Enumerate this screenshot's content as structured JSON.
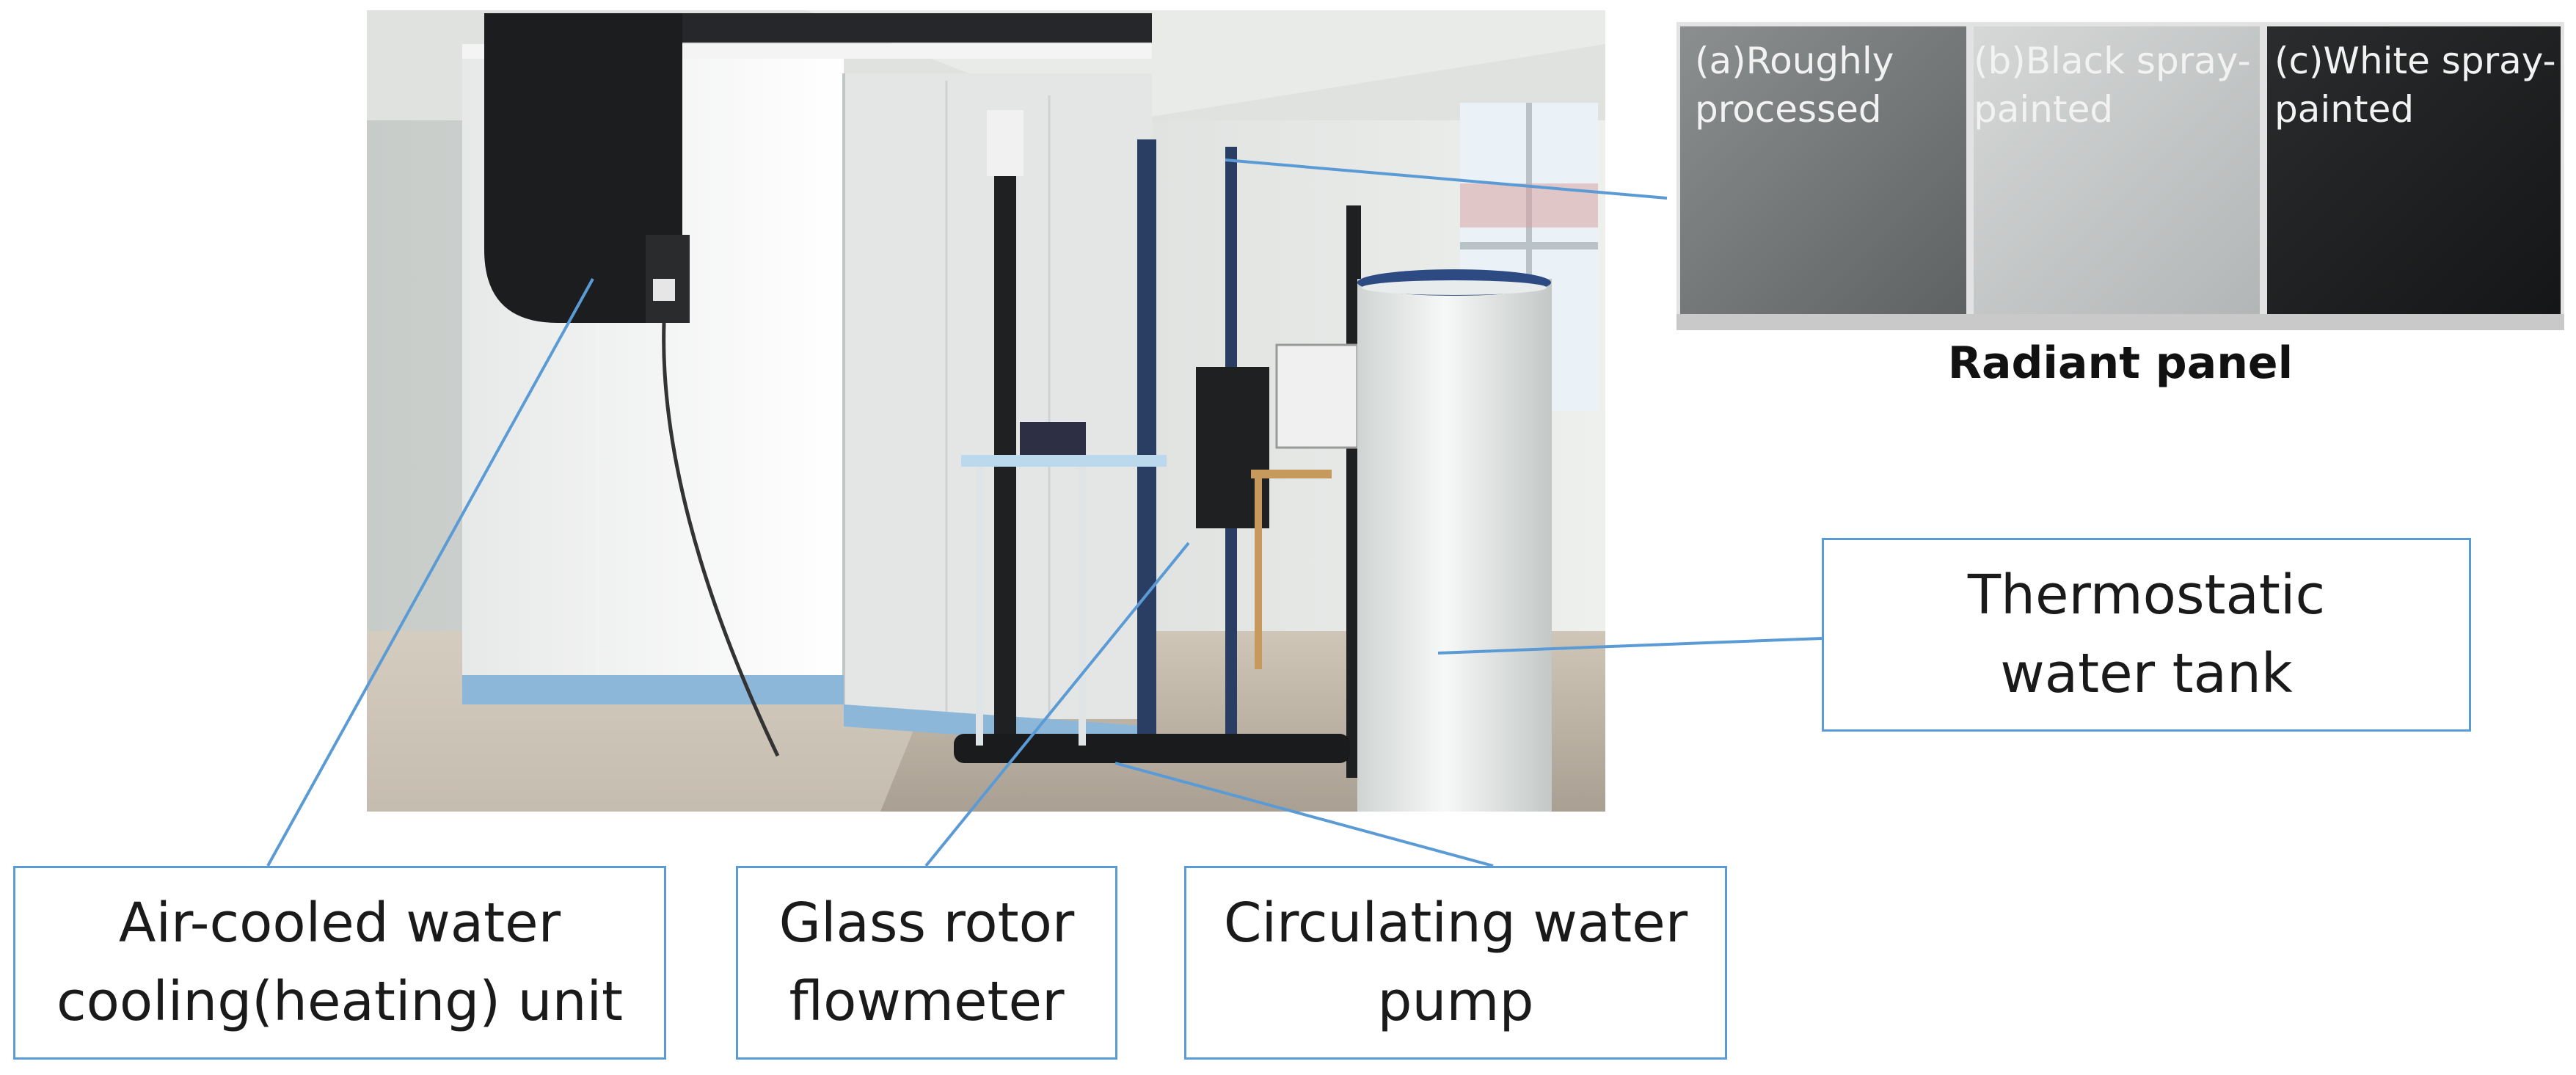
{
  "callouts": {
    "unit": {
      "line1": "Air-cooled water",
      "line2": "cooling(heating) unit"
    },
    "flowmeter": {
      "line1": "Glass rotor",
      "line2": "flowmeter"
    },
    "pump": {
      "line1": "Circulating water",
      "line2": "pump"
    },
    "tank": {
      "line1": "Thermostatic",
      "line2": "water tank"
    }
  },
  "radiant_panel": {
    "caption": "Radiant panel",
    "panels": [
      {
        "line1": "(a)Roughly",
        "line2": "processed"
      },
      {
        "line1": "(b)Black spray-",
        "line2": "painted"
      },
      {
        "line1": "(c)White spray-",
        "line2": "painted"
      }
    ]
  },
  "colors": {
    "leader": "#5b9bd5",
    "box_border": "#5b9bd5"
  }
}
